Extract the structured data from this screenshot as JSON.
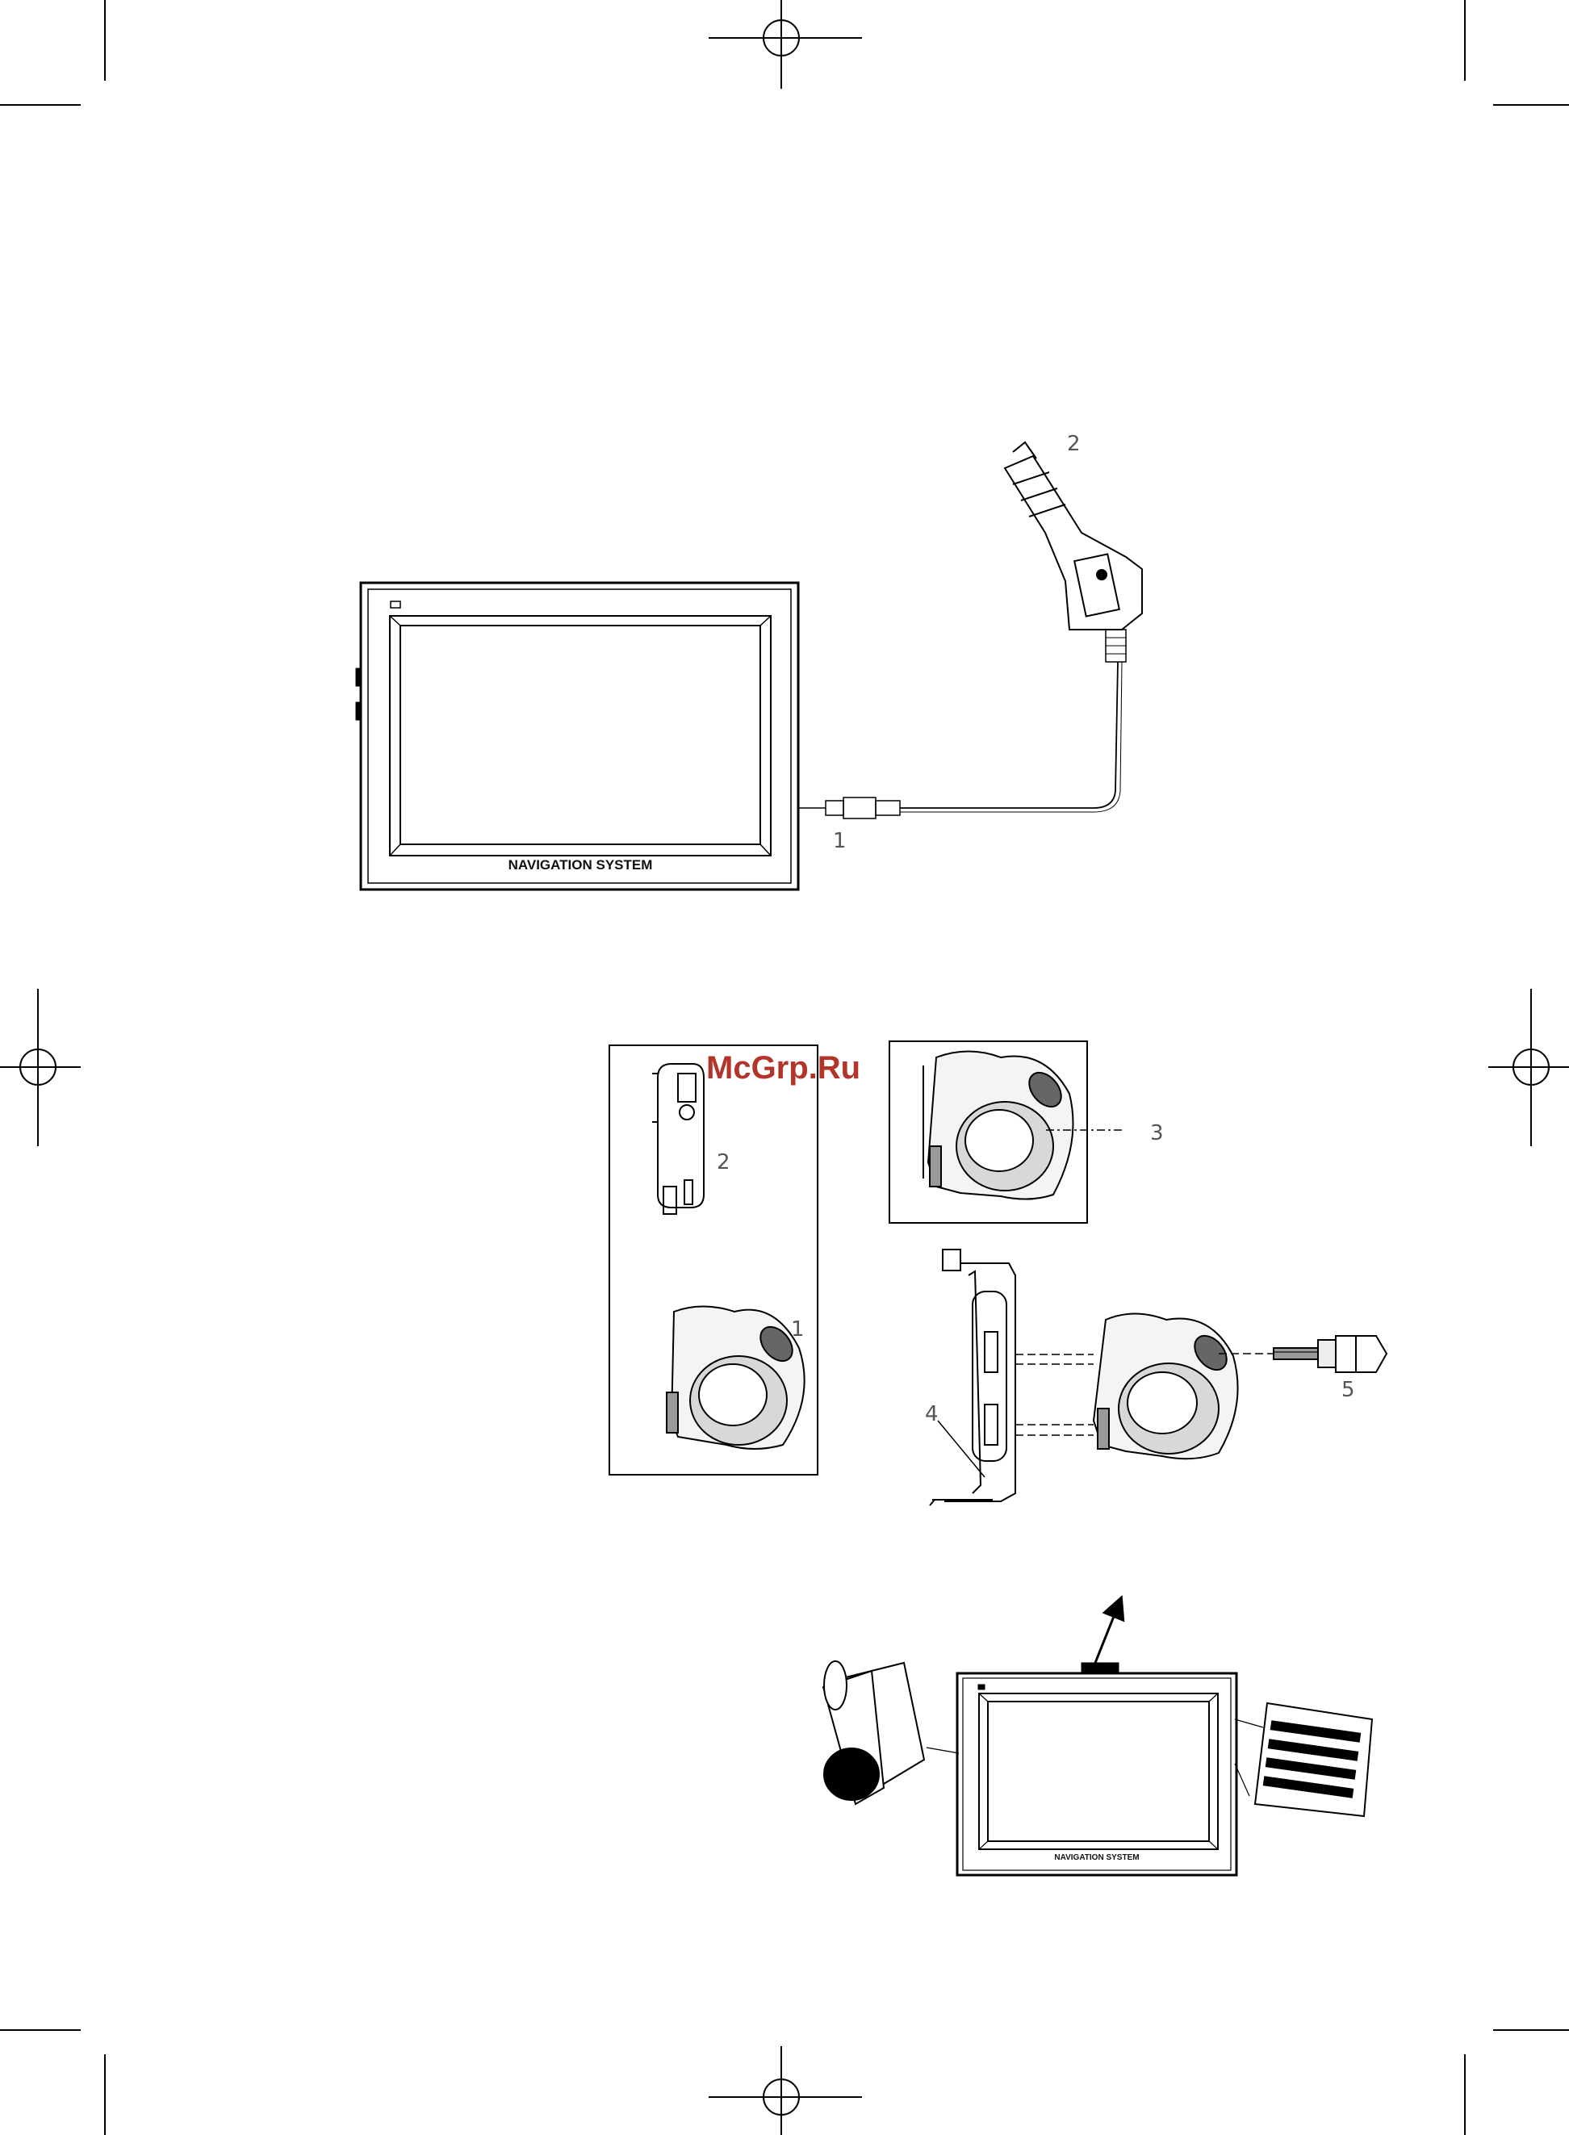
{
  "watermark": {
    "text": "McGrp.Ru",
    "color": "#b3342a"
  },
  "figure_1": {
    "device_label": "NAVIGATION SYSTEM",
    "callouts": [
      "1",
      "2"
    ]
  },
  "figure_2": {
    "callouts": [
      "2",
      "1",
      "3",
      "4",
      "5"
    ]
  },
  "figure_3": {
    "device_label": "NAVIGATION SYSTEM"
  }
}
